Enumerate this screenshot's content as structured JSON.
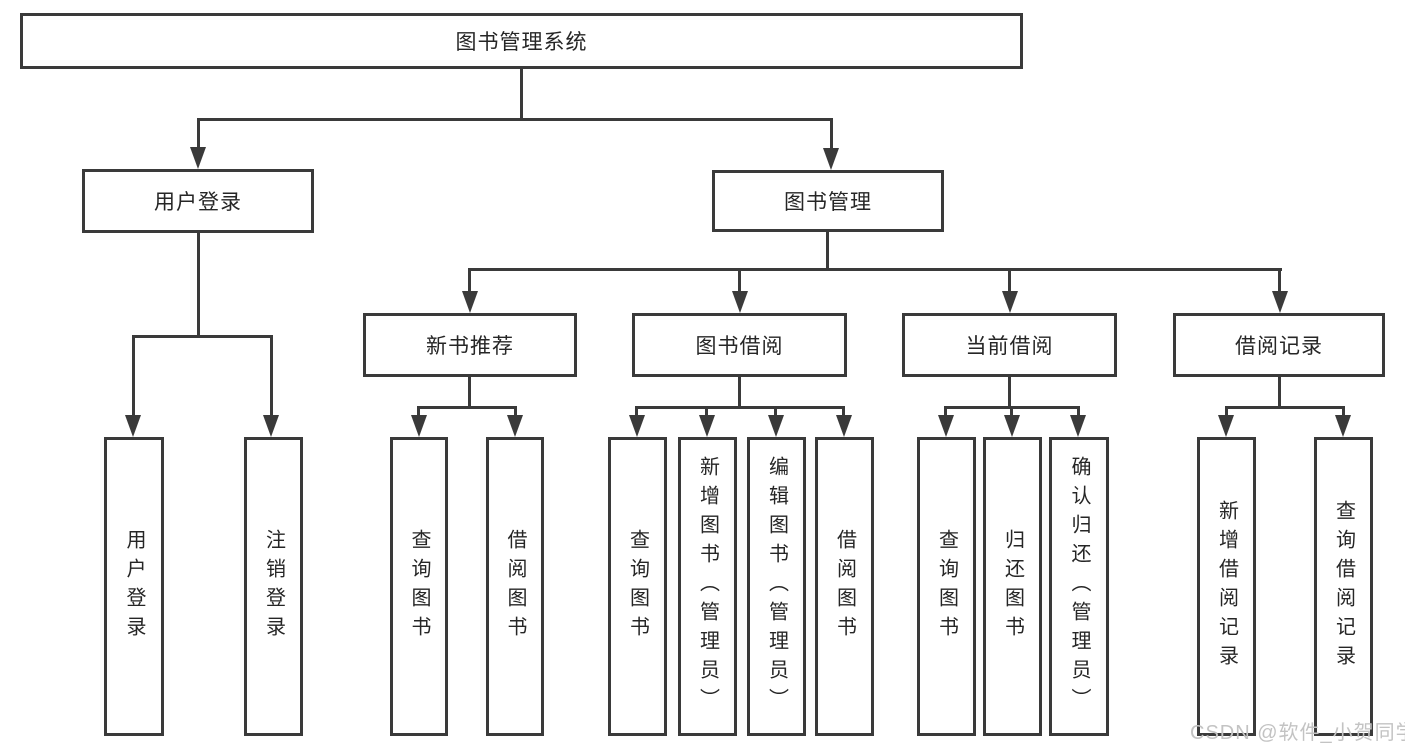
{
  "diagram": {
    "root": {
      "label": "图书管理系统"
    },
    "branches": [
      {
        "label": "用户登录",
        "children": [
          {
            "label": "用户登录"
          },
          {
            "label": "注销登录"
          }
        ]
      },
      {
        "label": "图书管理",
        "children": [
          {
            "label": "新书推荐",
            "children": [
              {
                "label": "查询图书"
              },
              {
                "label": "借阅图书"
              }
            ]
          },
          {
            "label": "图书借阅",
            "children": [
              {
                "label": "查询图书"
              },
              {
                "label": "新增图书（管理员）"
              },
              {
                "label": "编辑图书（管理员）"
              },
              {
                "label": "借阅图书"
              }
            ]
          },
          {
            "label": "当前借阅",
            "children": [
              {
                "label": "查询图书"
              },
              {
                "label": "归还图书"
              },
              {
                "label": "确认归还（管理员）"
              }
            ]
          },
          {
            "label": "借阅记录",
            "children": [
              {
                "label": "新增借阅记录"
              },
              {
                "label": "查询借阅记录"
              }
            ]
          }
        ]
      }
    ]
  },
  "watermark": {
    "text": "CSDN @软件_小贺同学"
  },
  "colors": {
    "line": "#3a3a3a",
    "text": "#262626",
    "background": "#ffffff",
    "watermark": "#c3c3c3"
  }
}
